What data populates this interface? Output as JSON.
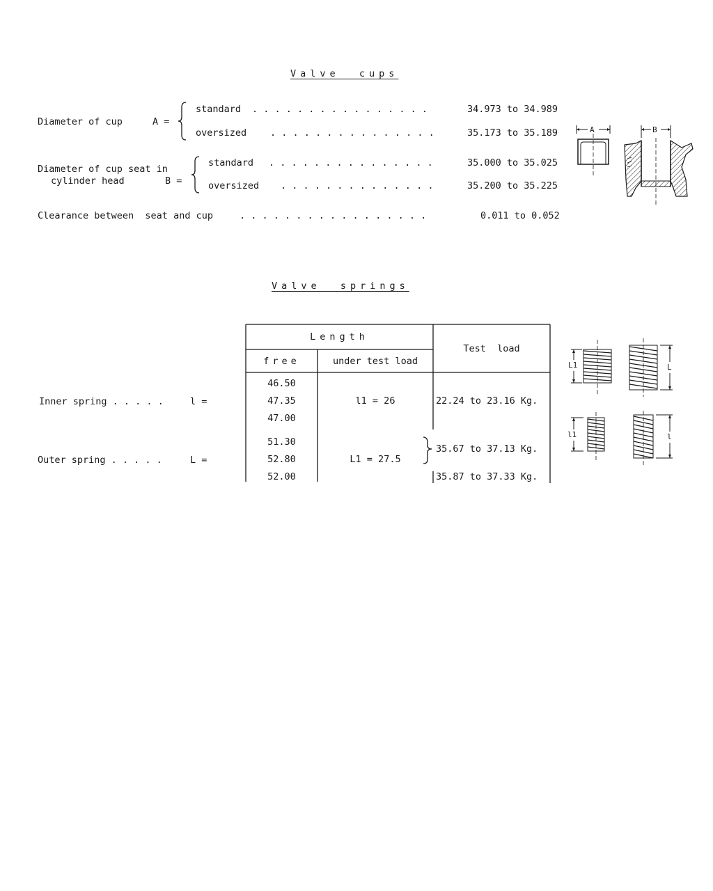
{
  "cups": {
    "heading": "Valve  cups",
    "diameter_cup_label": "Diameter of cup",
    "a_eq": "A =",
    "seat_label_line1": "Diameter of cup seat in",
    "seat_label_line2": "cylinder head",
    "b_eq": "B =",
    "clearance_label": "Clearance between  seat and cup",
    "rows": [
      {
        "label": "standard",
        "value": "34.973 to 34.989"
      },
      {
        "label": "oversized",
        "value": "35.173 to 35.189"
      },
      {
        "label": "standard",
        "value": "35.000 to 35.025"
      },
      {
        "label": "oversized",
        "value": "35.200 to 35.225"
      }
    ],
    "clearance_value": "0.011 to 0.052",
    "fig_labels": {
      "a": "A",
      "b": "B"
    }
  },
  "springs": {
    "heading": "Valve  springs",
    "table": {
      "length_header": "Length",
      "free_header": "free",
      "under_header": "under test load",
      "test_load_header": "Test  load",
      "inner_free": [
        "46.50",
        "47.35",
        "47.00"
      ],
      "inner_under": "l1 = 26",
      "inner_load": "22.24 to 23.16 Kg.",
      "outer_free": [
        "51.30",
        "52.80",
        "52.00"
      ],
      "outer_under": "L1 = 27.5",
      "outer_load_1": "35.67 to 37.13 Kg.",
      "outer_load_2": "35.87 to 37.33 Kg."
    },
    "inner_label": "Inner spring . . . . .",
    "inner_eq": "l =",
    "outer_label": "Outer spring . . . . .",
    "outer_eq": "L =",
    "fig_labels": {
      "L1": "L1",
      "L": "L",
      "l1": "l1",
      "l": "l"
    }
  }
}
